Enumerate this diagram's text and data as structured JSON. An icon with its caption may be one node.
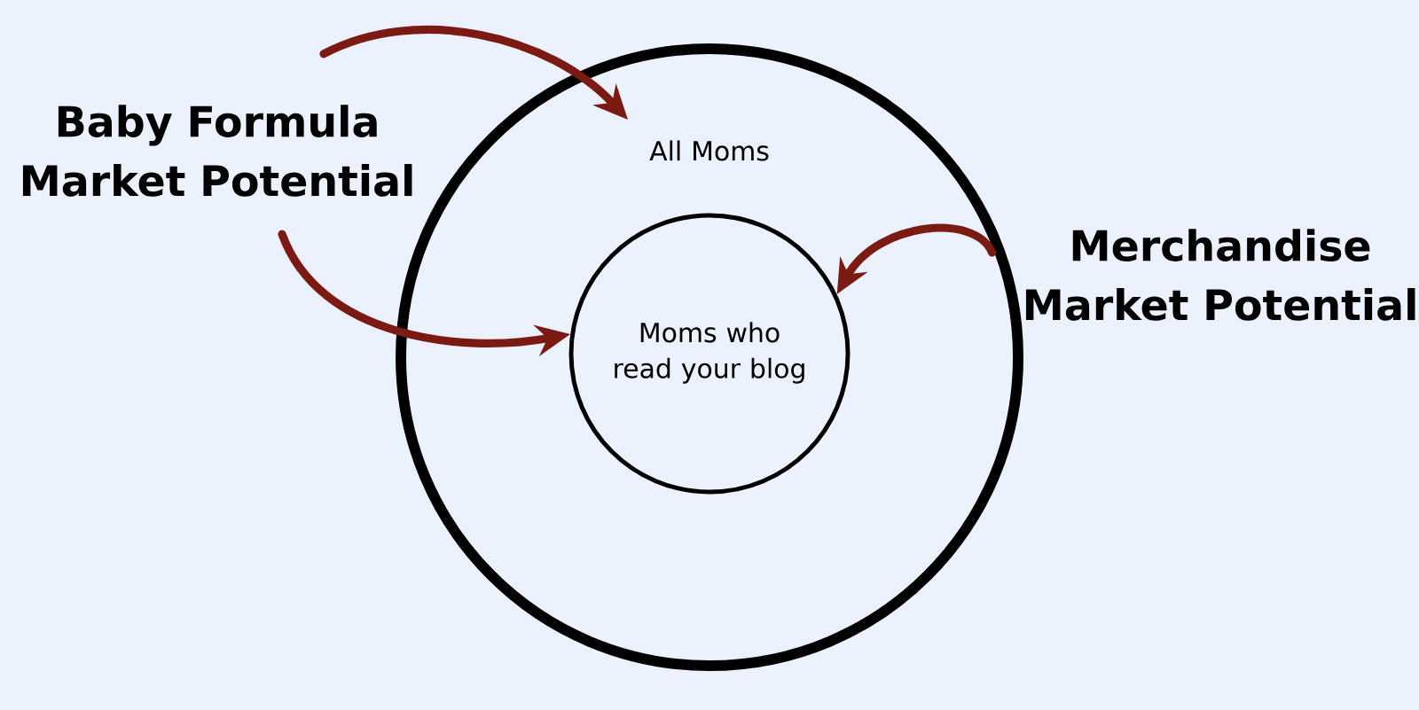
{
  "diagram": {
    "nodes": [
      {
        "text": [
          "All Moms"
        ]
      },
      {
        "text": [
          "Moms who read your blog"
        ],
        "in": 0
      },
      {
        "text": [
          "Baby Formula Market Potential"
        ]
      },
      {
        "text": [
          "Merchandise Market Potential"
        ]
      }
    ],
    "edges": [
      {
        "from": 2,
        "to": 0,
        "arrow": "to",
        "color": "#7b1a12"
      },
      {
        "from": 2,
        "to": 1,
        "arrow": "to",
        "color": "#7b1a12"
      },
      {
        "from": 3,
        "to": 1,
        "arrow": "to",
        "color": "#7b1a12"
      }
    ]
  }
}
